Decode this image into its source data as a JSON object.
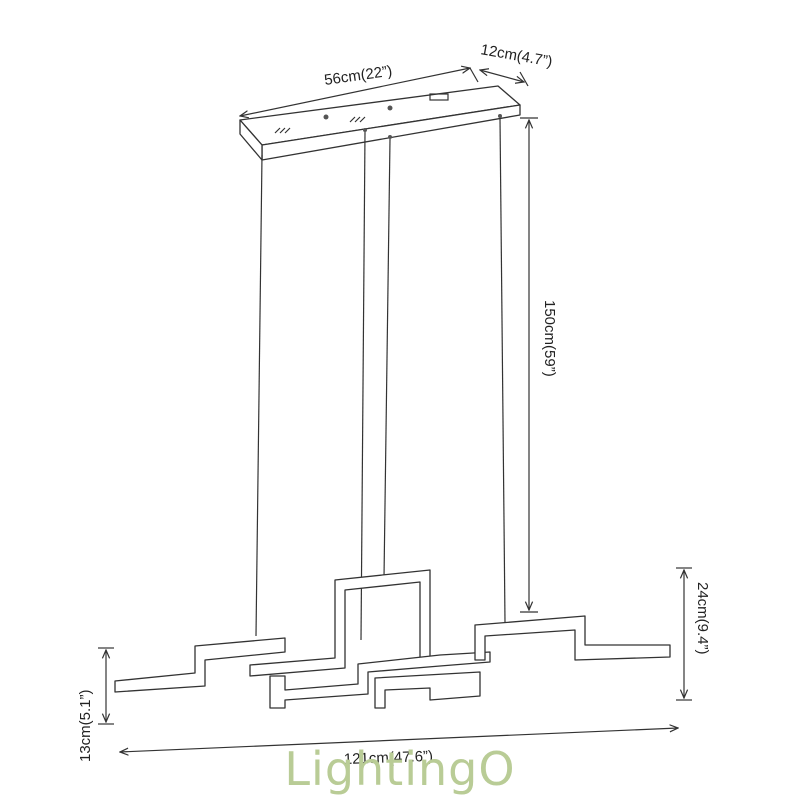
{
  "dimensions": {
    "canopy_length": "56cm(22”)",
    "canopy_width": "12cm(4.7”)",
    "cable_length": "150cm(59”)",
    "fixture_height": "24cm(9.4”)",
    "step_height": "13cm(5.1”)",
    "total_length": "121cm(47.6”)"
  },
  "brand": {
    "logo_text": "LightingO"
  },
  "colors": {
    "line": "#333333",
    "logo": "#b9cc96"
  }
}
